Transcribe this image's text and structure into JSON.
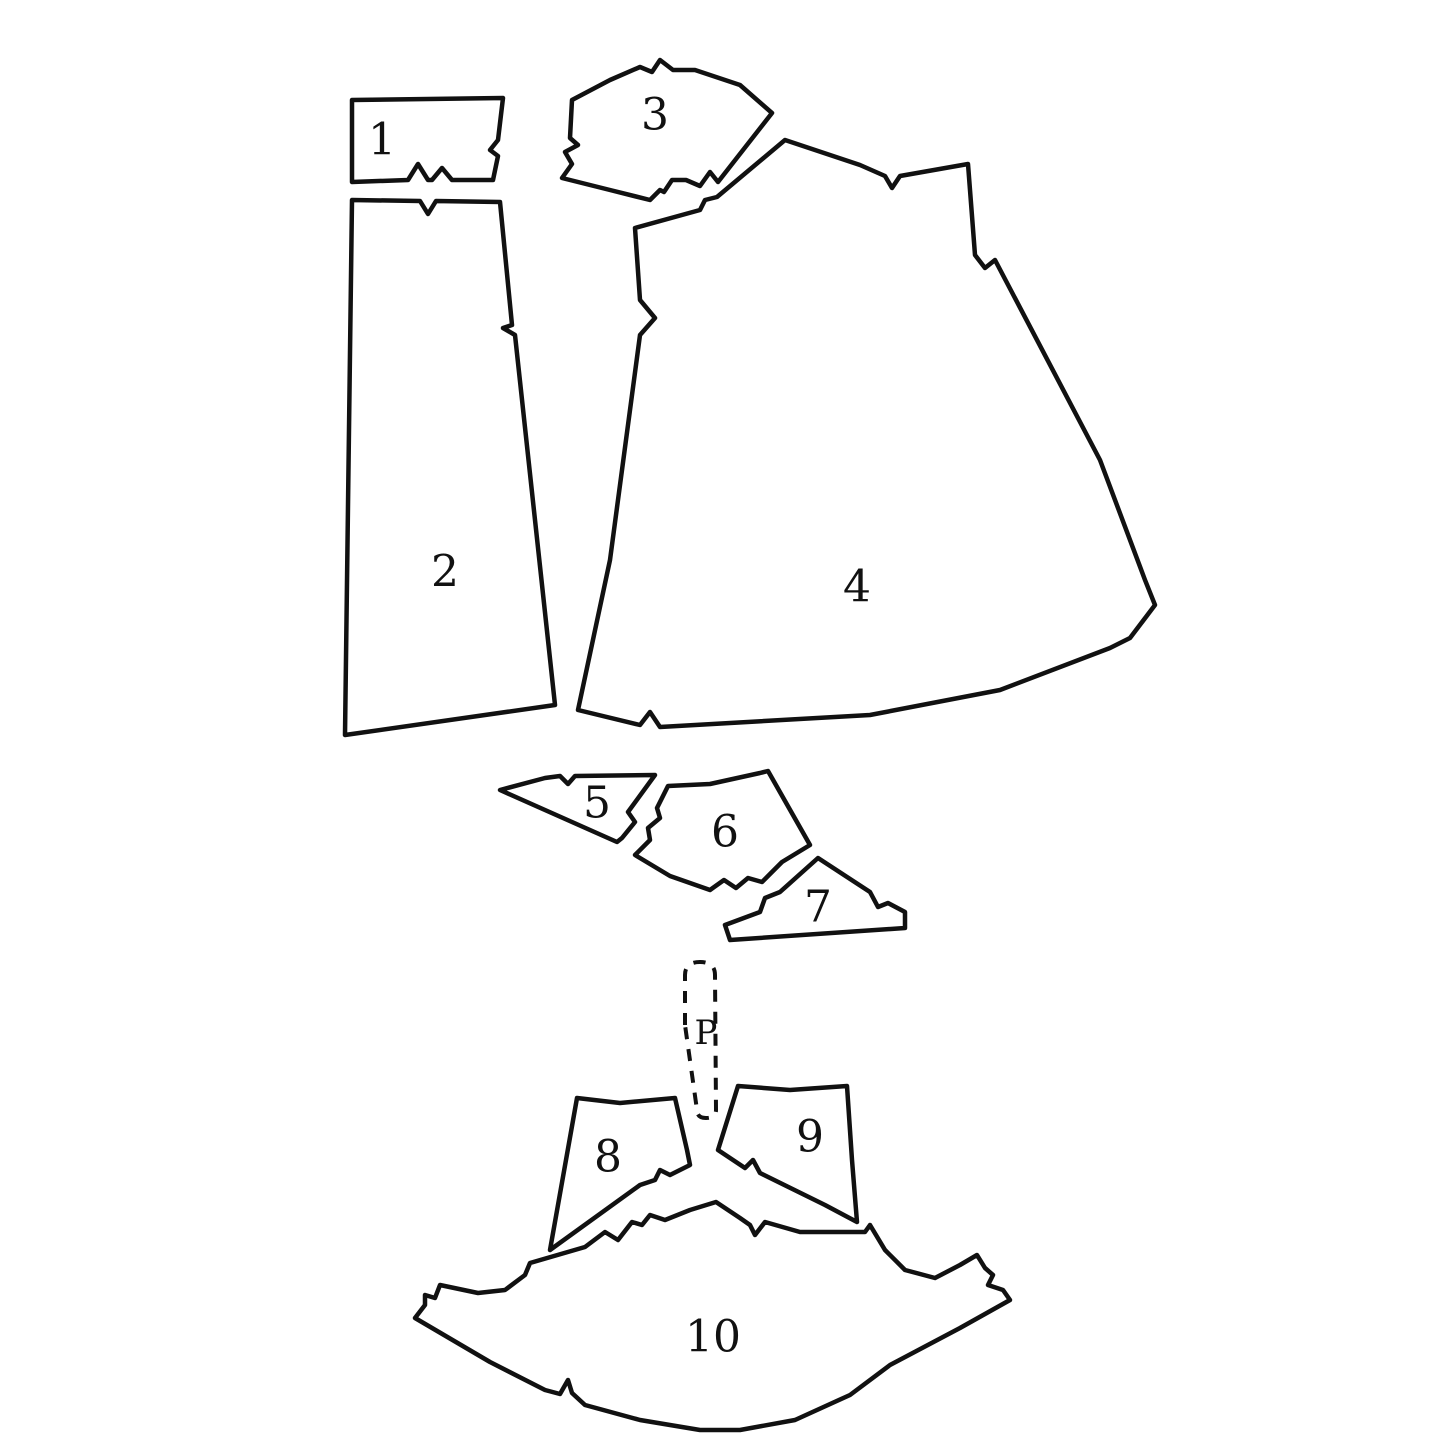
{
  "diagram": {
    "type": "sewing-pattern-pieces",
    "background": "#ffffff",
    "stroke_color": "#111111",
    "pieces": [
      {
        "id": "1",
        "label": "1"
      },
      {
        "id": "2",
        "label": "2"
      },
      {
        "id": "3",
        "label": "3"
      },
      {
        "id": "4",
        "label": "4"
      },
      {
        "id": "5",
        "label": "5"
      },
      {
        "id": "6",
        "label": "6"
      },
      {
        "id": "7",
        "label": "7"
      },
      {
        "id": "p",
        "label": "P",
        "style": "dashed"
      },
      {
        "id": "8",
        "label": "8"
      },
      {
        "id": "9",
        "label": "9"
      },
      {
        "id": "10",
        "label": "10"
      }
    ]
  }
}
